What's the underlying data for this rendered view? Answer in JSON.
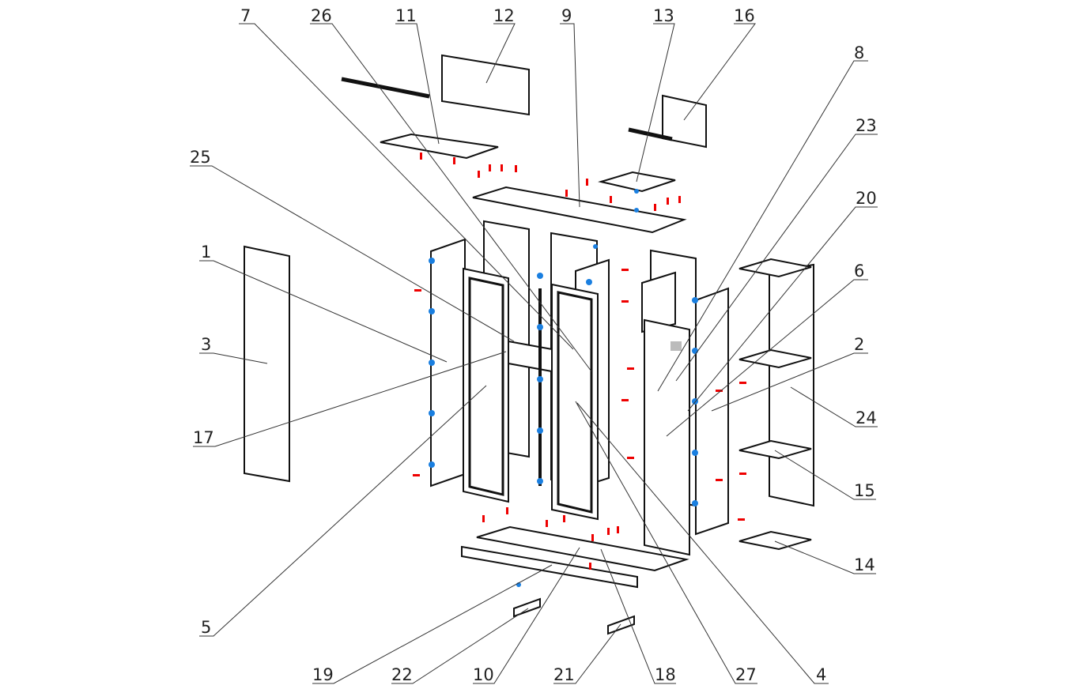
{
  "diagram": {
    "title": "Cabinet exploded assembly view",
    "part_labels": [
      "7",
      "26",
      "11",
      "12",
      "9",
      "13",
      "16",
      "8",
      "23",
      "20",
      "6",
      "2",
      "24",
      "15",
      "14",
      "25",
      "1",
      "3",
      "17",
      "5",
      "19",
      "22",
      "10",
      "21",
      "18",
      "27",
      "4"
    ],
    "colors": {
      "fastener_red": "#e00000",
      "fastener_blue": "#1a7fe0",
      "line": "#111111"
    }
  }
}
